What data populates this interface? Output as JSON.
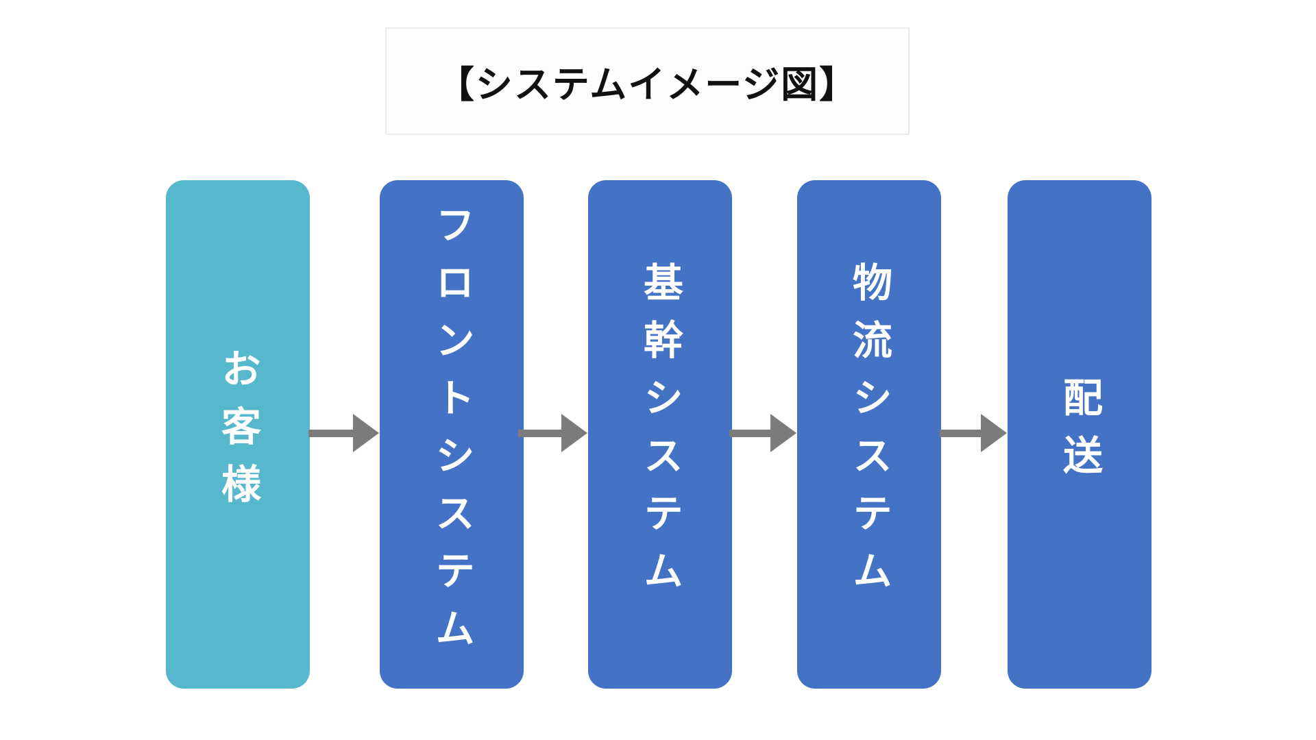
{
  "page": {
    "background": "#ffffff"
  },
  "diagram": {
    "title": "【システムイメージ図】",
    "title_color": "#111111",
    "title_box": {
      "background": "#fdfdfd",
      "border_color": "#ebebeb"
    },
    "arrow_color": "#7c7c7c",
    "flow_direction": "left-to-right",
    "nodes": [
      {
        "id": "customer",
        "label": "お客様",
        "color": "#56B7CD",
        "text_color": "#ffffff"
      },
      {
        "id": "front-system",
        "label": "フロントシステム",
        "color": "#4472C4",
        "text_color": "#ffffff"
      },
      {
        "id": "core-system",
        "label": "基幹システム",
        "color": "#4472C4",
        "text_color": "#ffffff"
      },
      {
        "id": "logistics-system",
        "label": "物流システム",
        "color": "#4472C4",
        "text_color": "#ffffff"
      },
      {
        "id": "delivery",
        "label": "配送",
        "color": "#4472C4",
        "text_color": "#ffffff"
      }
    ],
    "connections": [
      {
        "from": "customer",
        "to": "front-system"
      },
      {
        "from": "front-system",
        "to": "core-system"
      },
      {
        "from": "core-system",
        "to": "logistics-system"
      },
      {
        "from": "logistics-system",
        "to": "delivery"
      }
    ]
  }
}
